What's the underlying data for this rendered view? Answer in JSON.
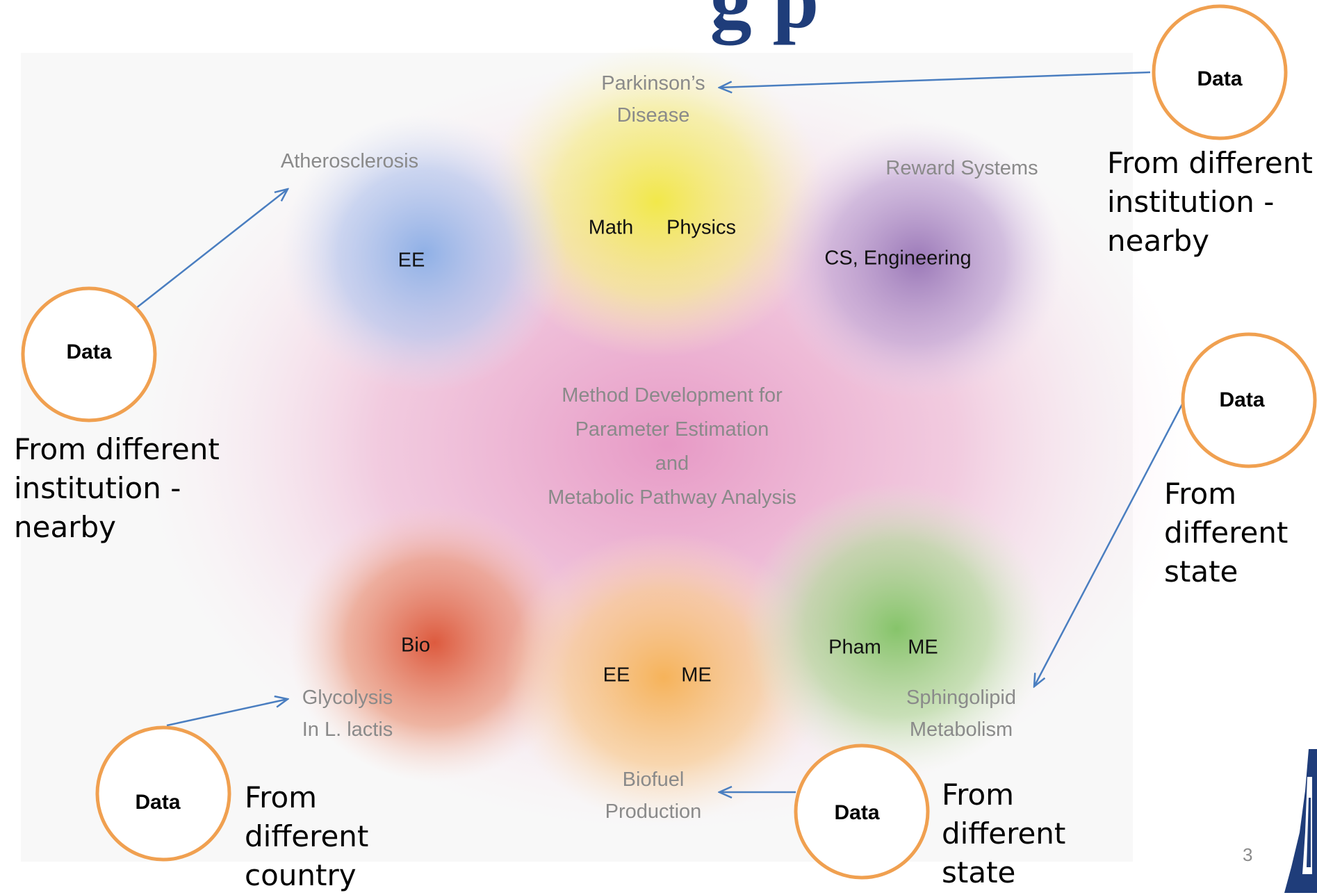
{
  "title": "g                        p",
  "center_topic": [
    "Method Development for",
    "Parameter Estimation",
    "and",
    "Metabolic Pathway Analysis"
  ],
  "topics": {
    "parkinsons": [
      "Parkinson’s",
      "Disease"
    ],
    "atherosclerosis": "Atherosclerosis",
    "reward": "Reward Systems",
    "glycolysis": [
      "Glycolysis",
      "In L. lactis"
    ],
    "sphingolipid": [
      "Sphingolipid",
      "Metabolism"
    ],
    "biofuel": [
      "Biofuel",
      "Production"
    ]
  },
  "disciplines": {
    "math": "Math",
    "physics": "Physics",
    "ee_top": "EE",
    "cs_eng": "CS, Engineering",
    "bio": "Bio",
    "ee_bottom": "EE",
    "me_bottom": "ME",
    "pham": "Pham",
    "me_right": "ME"
  },
  "data_label": "Data",
  "captions": {
    "top_right": "From different\ninstitution -\nnearby",
    "left": "From different\ninstitution -\nnearby",
    "right": "From\ndifferent\nstate",
    "bottom_left": "From\ndifferent\ncountry",
    "bottom_right": "From\ndifferent\nstate"
  },
  "page_number": "3",
  "colors": {
    "yellow": "#f2e84a",
    "blue": "#8fb0e6",
    "purple": "#9b79b8",
    "pink": "#e58fc0",
    "red": "#dd5a3e",
    "orange": "#f6b35a",
    "green": "#86c46a",
    "circle_stroke": "#f0a050",
    "arrow": "#4a7ec0"
  }
}
